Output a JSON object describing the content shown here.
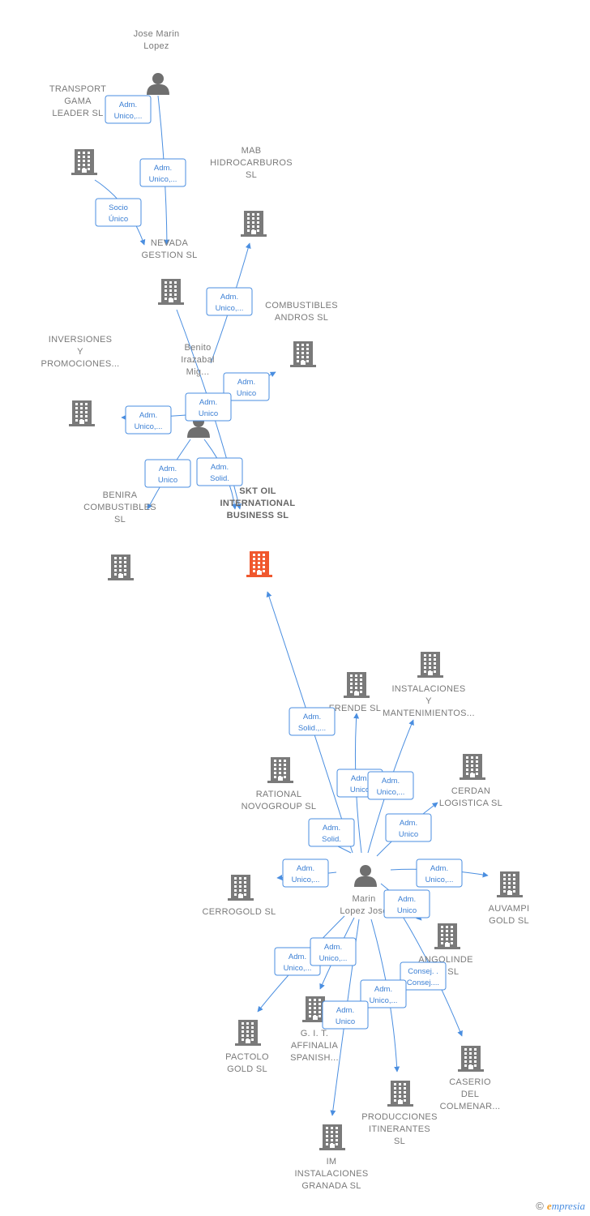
{
  "colors": {
    "company": "#7a7a7a",
    "focus": "#f0582e",
    "person": "#6f6f6f",
    "edge": "#4a8ee0"
  },
  "nodes": [
    {
      "id": "jose",
      "type": "person",
      "label": [
        "Jose Marin",
        "Lopez"
      ]
    },
    {
      "id": "transport",
      "type": "company",
      "label": [
        "TRANSPORT",
        "GAMA",
        "LEADER  SL"
      ]
    },
    {
      "id": "nevada",
      "type": "company",
      "label": [
        "NEVADA",
        "GESTION  SL"
      ]
    },
    {
      "id": "mab",
      "type": "company",
      "label": [
        "MAB",
        "HIDROCARBUROS",
        "SL"
      ]
    },
    {
      "id": "andros",
      "type": "company",
      "label": [
        "COMBUSTIBLES",
        "ANDROS  SL"
      ]
    },
    {
      "id": "inversiones",
      "type": "company",
      "label": [
        "INVERSIONES",
        "Y",
        "PROMOCIONES..."
      ]
    },
    {
      "id": "benito",
      "type": "person",
      "label": [
        "Benito",
        "Irazabal",
        "Mig..."
      ]
    },
    {
      "id": "benira",
      "type": "company",
      "label": [
        "BENIRA",
        "COMBUSTIBLES",
        "SL"
      ]
    },
    {
      "id": "skt",
      "type": "focus",
      "label": [
        "SKT OIL",
        "INTERNATIONAL",
        "BUSINESS  SL"
      ]
    },
    {
      "id": "frende",
      "type": "company",
      "label": [
        "FRENDE  SL"
      ]
    },
    {
      "id": "instal",
      "type": "company",
      "label": [
        "INSTALACIONES",
        "Y",
        "MANTENIMIENTOS..."
      ]
    },
    {
      "id": "rational",
      "type": "company",
      "label": [
        "RATIONAL",
        "NOVOGROUP SL"
      ]
    },
    {
      "id": "cerdan",
      "type": "company",
      "label": [
        "CERDAN",
        "LOGISTICA  SL"
      ]
    },
    {
      "id": "cerrogold",
      "type": "company",
      "label": [
        "CERROGOLD SL"
      ]
    },
    {
      "id": "marin",
      "type": "person",
      "label": [
        "Marin",
        "Lopez Jose"
      ]
    },
    {
      "id": "auvampi",
      "type": "company",
      "label": [
        "AUVAMPI",
        "GOLD SL"
      ]
    },
    {
      "id": "angolinde",
      "type": "company",
      "label": [
        "ANGOLINDE",
        "DA SL"
      ]
    },
    {
      "id": "git",
      "type": "company",
      "label": [
        "G.  I.  T.",
        "AFFINALIA",
        "SPANISH..."
      ]
    },
    {
      "id": "pactolo",
      "type": "company",
      "label": [
        "PACTOLO",
        "GOLD SL"
      ]
    },
    {
      "id": "caserio",
      "type": "company",
      "label": [
        "CASERIO",
        "DEL",
        "COLMENAR..."
      ]
    },
    {
      "id": "producciones",
      "type": "company",
      "label": [
        "PRODUCCIONES",
        "ITINERANTES",
        "SL"
      ]
    },
    {
      "id": "im",
      "type": "company",
      "label": [
        "IM",
        "INSTALACIONES",
        "GRANADA  SL"
      ]
    }
  ],
  "edges": [
    {
      "from": "jose",
      "to": "transport",
      "label": [
        "Adm.",
        "Unico,..."
      ]
    },
    {
      "from": "jose",
      "to": "nevada",
      "label": [
        "Adm.",
        "Unico,..."
      ]
    },
    {
      "from": "transport",
      "to": "nevada",
      "label": [
        "Socio",
        "Único"
      ]
    },
    {
      "from": "benito",
      "to": "mab",
      "label": [
        "Adm.",
        "Unico,..."
      ]
    },
    {
      "from": "benito",
      "to": "andros",
      "label": [
        "Adm.",
        "Unico"
      ]
    },
    {
      "from": "benito",
      "to": "inversiones",
      "label": [
        "Adm.",
        "Unico,..."
      ]
    },
    {
      "from": "nevada",
      "to": "skt",
      "label": [
        "Adm.",
        "Unico"
      ]
    },
    {
      "from": "benito",
      "to": "benira",
      "label": [
        "Adm.",
        "Unico"
      ]
    },
    {
      "from": "benito",
      "to": "skt",
      "label": [
        "Adm.",
        "Solid."
      ]
    },
    {
      "from": "marin",
      "to": "skt",
      "label": [
        "Adm.",
        "Solid.,..."
      ]
    },
    {
      "from": "marin",
      "to": "frende",
      "label": [
        "Adm.",
        "Unico"
      ]
    },
    {
      "from": "marin",
      "to": "instal",
      "label": [
        "Adm.",
        "Unico,..."
      ]
    },
    {
      "from": "marin",
      "to": "cerdan",
      "label": [
        "Adm.",
        "Unico"
      ]
    },
    {
      "from": "marin",
      "to": "rational",
      "label": [
        "Adm.",
        "Solid."
      ]
    },
    {
      "from": "marin",
      "to": "cerrogold",
      "label": [
        "Adm.",
        "Unico,..."
      ]
    },
    {
      "from": "marin",
      "to": "auvampi",
      "label": [
        "Adm.",
        "Unico,..."
      ]
    },
    {
      "from": "marin",
      "to": "angolinde",
      "label": [
        "Adm.",
        "Unico"
      ]
    },
    {
      "from": "marin",
      "to": "caserio",
      "label": [
        "Consej. .",
        "Consej...."
      ]
    },
    {
      "from": "marin",
      "to": "pactolo",
      "label": [
        "Adm.",
        "Unico,..."
      ]
    },
    {
      "from": "marin",
      "to": "git",
      "label": [
        "Adm.",
        "Unico,..."
      ]
    },
    {
      "from": "marin",
      "to": "producciones",
      "label": [
        "Adm.",
        "Unico,..."
      ]
    },
    {
      "from": "marin",
      "to": "im",
      "label": [
        "Adm.",
        "Unico"
      ]
    }
  ],
  "brand": {
    "copyright": "©",
    "initial": "e",
    "name": "mpresia"
  }
}
